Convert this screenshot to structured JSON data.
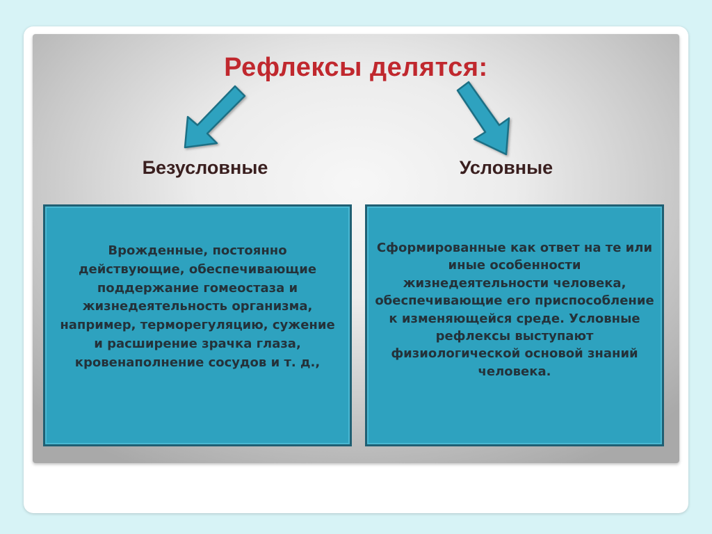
{
  "slide": {
    "title": "Рефлексы делятся:",
    "left": {
      "heading": "Безусловные",
      "text": "Врожденные, постоянно действующие, обеспечивающие поддержание гомеостаза и жизнедеятельность организма, например, терморегуляцию, сужение и расширение зрачка глаза, кровенаполнение сосудов и т. д.,"
    },
    "right": {
      "heading": "Условные",
      "text": "Сформированные как ответ на те или иные особенности жизнедеятельности человека, обеспечивающие его приспособление к изменяющейся среде. Условные рефлексы выступают физиологической основой знаний человека."
    },
    "colors": {
      "title": "#c0282e",
      "box_fill": "#2ea2bf",
      "box_border": "#1f5f73",
      "arrow_fill": "#2ea2bf",
      "arrow_stroke": "#1f6f85"
    },
    "icons": [
      "arrow-down-left-icon",
      "arrow-down-right-icon"
    ]
  }
}
